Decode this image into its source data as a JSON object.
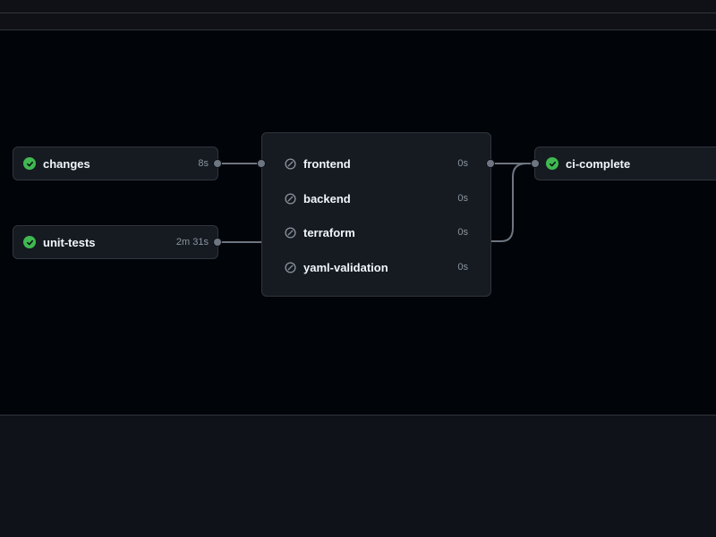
{
  "colors": {
    "background": "#010409",
    "card": "#161b22",
    "border": "#30363d",
    "success": "#3fb950",
    "connector": "#6e7681",
    "text": "#f0f6fc",
    "muted": "#8b949e"
  },
  "jobs": [
    {
      "label": "changes",
      "duration": "8s",
      "status": "success",
      "icon": "check-circle-icon"
    },
    {
      "label": "unit-tests",
      "duration": "2m 31s",
      "status": "success",
      "icon": "check-circle-icon"
    }
  ],
  "matrix_group": {
    "rows": [
      {
        "label": "frontend",
        "duration": "0s",
        "status": "skipped",
        "icon": "skipped-icon"
      },
      {
        "label": "backend",
        "duration": "0s",
        "status": "skipped",
        "icon": "skipped-icon"
      },
      {
        "label": "terraform",
        "duration": "0s",
        "status": "skipped",
        "icon": "skipped-icon"
      },
      {
        "label": "yaml-validation",
        "duration": "0s",
        "status": "skipped",
        "icon": "skipped-icon"
      }
    ]
  },
  "final_job": {
    "label": "ci-complete",
    "status": "success",
    "icon": "check-circle-icon"
  }
}
